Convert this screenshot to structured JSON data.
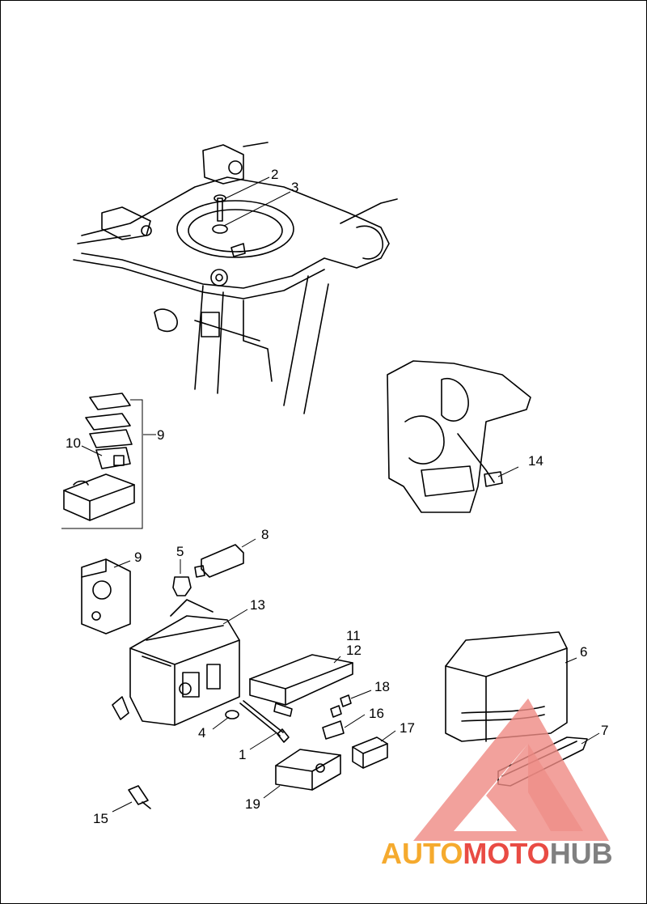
{
  "callouts": {
    "c1": "1",
    "c2": "2",
    "c3": "3",
    "c4": "4",
    "c5": "5",
    "c6": "6",
    "c7": "7",
    "c8": "8",
    "c9a": "9",
    "c9b": "9",
    "c10": "10",
    "c11": "11",
    "c12": "12",
    "c13": "13",
    "c14": "14",
    "c15": "15",
    "c16": "16",
    "c17": "17",
    "c18": "18",
    "c19": "19"
  },
  "watermark": {
    "part1": "AUTO",
    "part2": "MOTO",
    "part3": "HUB",
    "color_orange": "#f5a623",
    "color_red": "#e8423a",
    "color_gray": "#7a7a7a",
    "triangle_color": "#ef8b84"
  }
}
